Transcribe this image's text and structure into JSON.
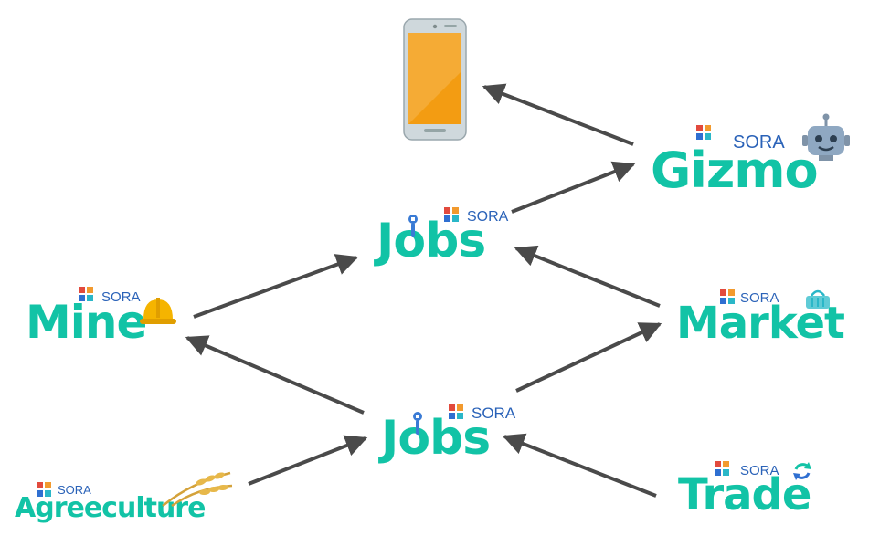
{
  "diagram": {
    "nodes": {
      "phone": {
        "icon": "smartphone-icon"
      },
      "gizmo": {
        "name": "Gizmo",
        "sora": "SORA",
        "icon": "robot-icon"
      },
      "jobs_top": {
        "name": "Jobs",
        "sora": "SORA",
        "icon": "wrench-icon"
      },
      "mine": {
        "name": "Mine",
        "sora": "SORA",
        "icon": "hard-hat-icon"
      },
      "market": {
        "name": "Market",
        "sora": "SORA",
        "icon": "basket-icon"
      },
      "jobs_bottom": {
        "name": "Jobs",
        "sora": "SORA",
        "icon": "wrench-icon"
      },
      "agreeculture": {
        "name": "Agreeculture",
        "sora": "SORA",
        "icon": "wheat-icon"
      },
      "trade": {
        "name": "Trade",
        "sora": "SORA",
        "icon": "refresh-icon"
      }
    },
    "edges": [
      {
        "from": "gizmo",
        "to": "phone"
      },
      {
        "from": "jobs_top",
        "to": "gizmo"
      },
      {
        "from": "mine",
        "to": "jobs_top"
      },
      {
        "from": "market",
        "to": "jobs_top"
      },
      {
        "from": "jobs_bottom",
        "to": "mine"
      },
      {
        "from": "jobs_bottom",
        "to": "market"
      },
      {
        "from": "agreeculture",
        "to": "jobs_bottom"
      },
      {
        "from": "trade",
        "to": "jobs_bottom"
      }
    ],
    "colors": {
      "brand_teal": "#12c3a6",
      "sora_blue": "#2a62b8",
      "arrow_gray": "#4a4a4a",
      "phone_orange": "#f39c12"
    }
  }
}
